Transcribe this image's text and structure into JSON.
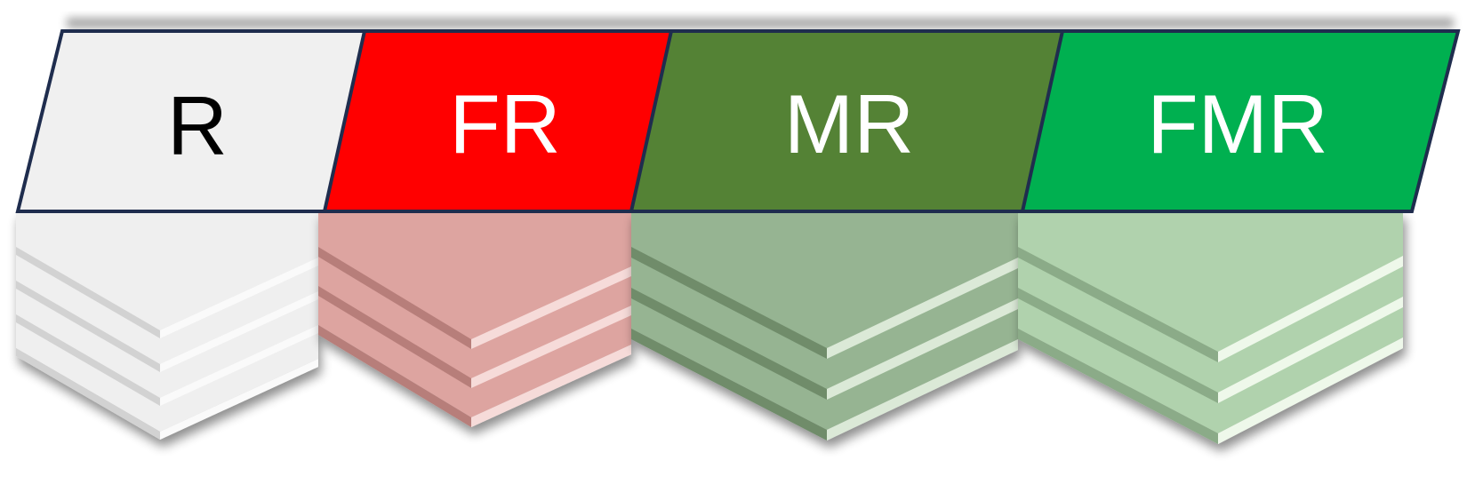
{
  "diagram": {
    "categories": [
      {
        "id": "r",
        "label": "R",
        "header_color": "#f0f0f0",
        "label_color": "#000000",
        "board_color": "#efefef",
        "board_edge": "#d2d2d2",
        "board_highlight": "#fafafa"
      },
      {
        "id": "fr",
        "label": "FR",
        "header_color": "#ff0000",
        "label_color": "#ffffff",
        "board_color": "#dda4a0",
        "board_edge": "#b77e7a",
        "board_highlight": "#f6dbd9"
      },
      {
        "id": "mr",
        "label": "MR",
        "header_color": "#548235",
        "label_color": "#ffffff",
        "board_color": "#96b492",
        "board_edge": "#6f8c6b",
        "board_highlight": "#dbe9d7"
      },
      {
        "id": "fmr",
        "label": "FMR",
        "header_color": "#00b050",
        "label_color": "#ffffff",
        "board_color": "#b0d2ad",
        "board_edge": "#8bab88",
        "board_highlight": "#eef8ea"
      }
    ],
    "outline_color": "#1f2d4e"
  }
}
